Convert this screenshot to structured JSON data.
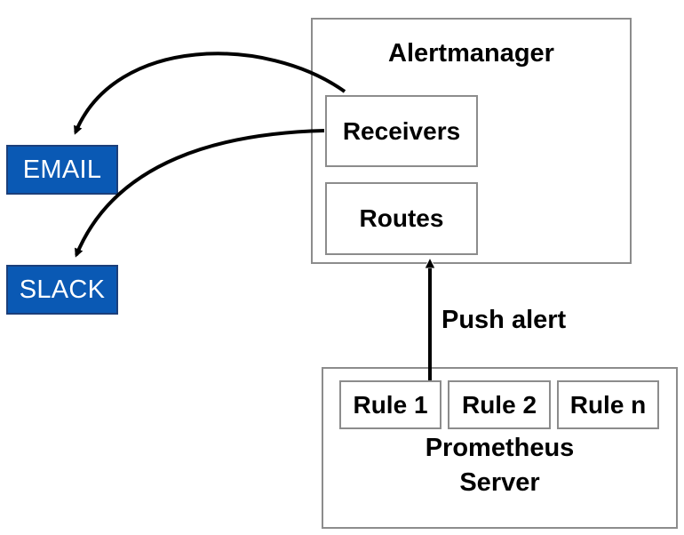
{
  "alertmanager": {
    "title": "Alertmanager",
    "receivers_label": "Receivers",
    "routes_label": "Routes"
  },
  "targets": {
    "email_label": "EMAIL",
    "slack_label": "SLACK",
    "fill_color": "#0a59b4"
  },
  "push": {
    "label": "Push alert"
  },
  "prometheus": {
    "rules": [
      "Rule 1",
      "Rule 2",
      "Rule n"
    ],
    "title_line1": "Prometheus",
    "title_line2": "Server"
  }
}
